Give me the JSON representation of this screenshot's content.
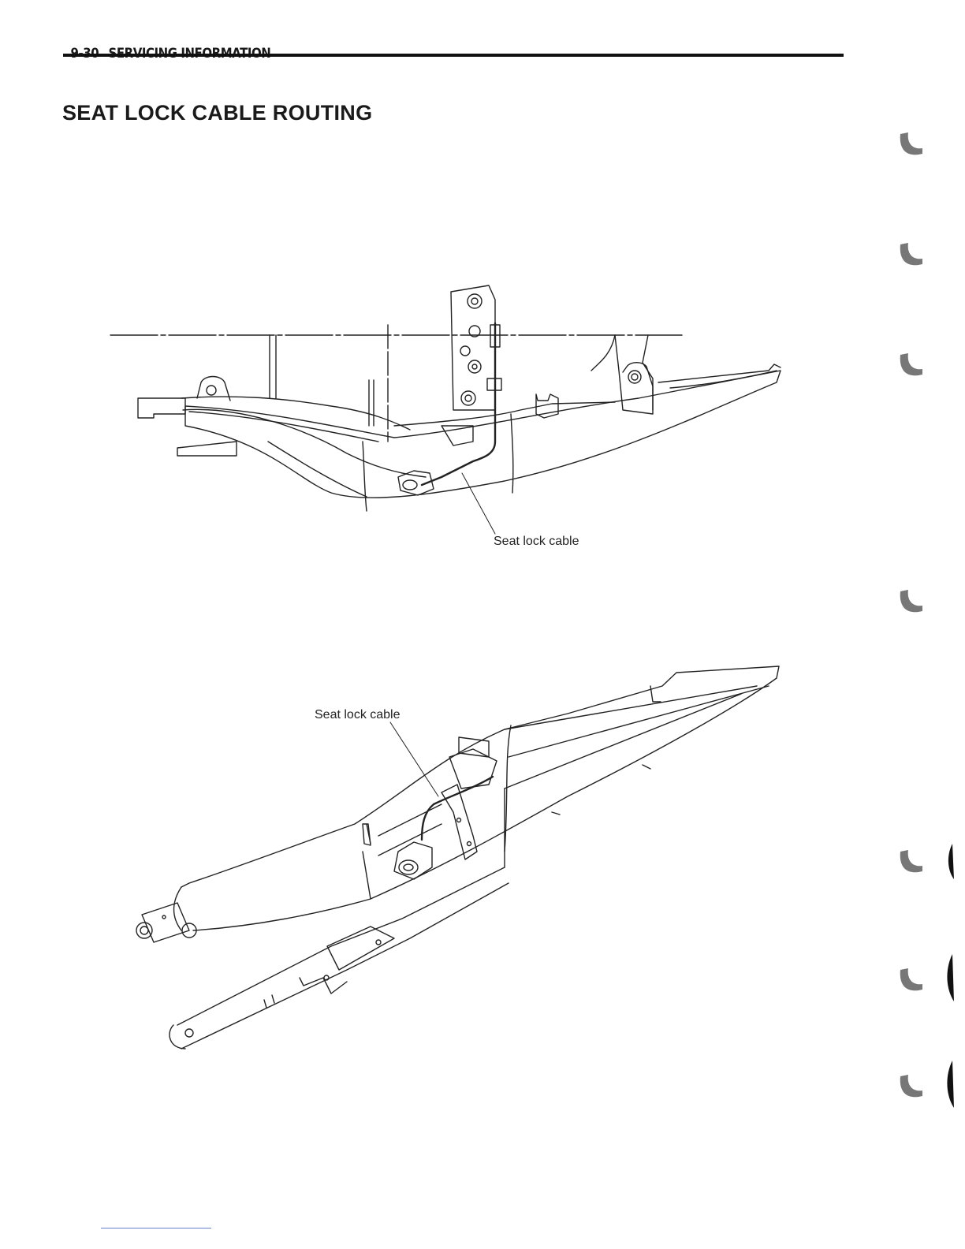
{
  "header": {
    "page_number": "9-30",
    "section": "SERVICING INFORMATION"
  },
  "title": "SEAT LOCK CABLE ROUTING",
  "figures": [
    {
      "label": "Seat lock cable"
    },
    {
      "label": "Seat lock cable"
    }
  ]
}
